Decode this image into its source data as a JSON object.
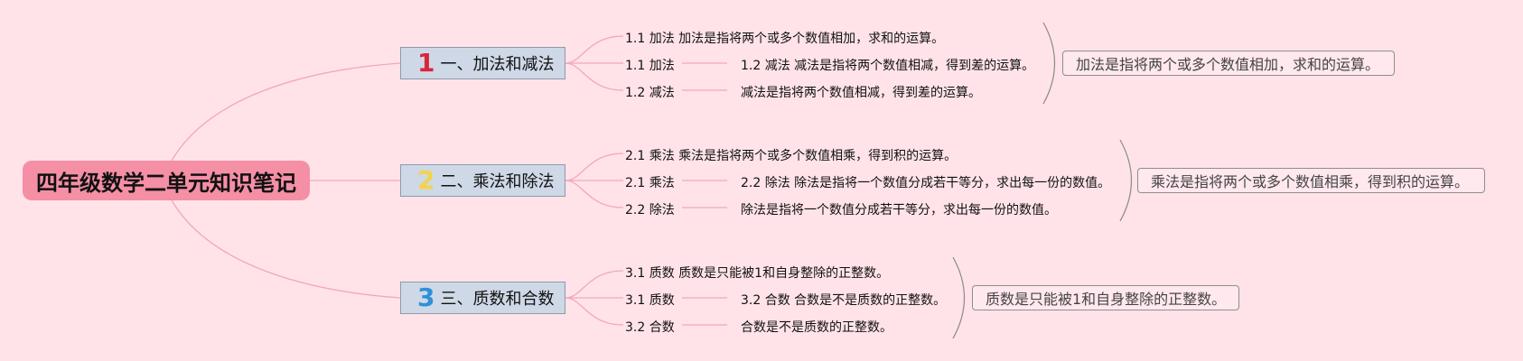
{
  "colors": {
    "background": "#ffe3e9",
    "root_fill": "#f58fa6",
    "branch_fill": "#cfd8e6",
    "connector": "#f2a7b8",
    "num1": "#d9263a",
    "num2": "#f3d34a",
    "num3": "#2f8fd8"
  },
  "root": {
    "label": "四年级数学二单元知识笔记"
  },
  "branches": [
    {
      "number": "1",
      "label": "一、加法和减法",
      "items": [
        {
          "text": "1.1 加法 加法是指将两个或多个数值相加，求和的运算。"
        },
        {
          "text": "1.1 加法",
          "detail": "1.2 减法 减法是指将两个数值相减，得到差的运算。"
        },
        {
          "text": "1.2 减法",
          "detail": "减法是指将两个数值相减，得到差的运算。"
        }
      ],
      "note": "加法是指将两个或多个数值相加，求和的运算。"
    },
    {
      "number": "2",
      "label": "二、乘法和除法",
      "items": [
        {
          "text": "2.1 乘法 乘法是指将两个或多个数值相乘，得到积的运算。"
        },
        {
          "text": "2.1 乘法",
          "detail": "2.2 除法 除法是指将一个数值分成若干等分，求出每一份的数值。"
        },
        {
          "text": "2.2 除法",
          "detail": "除法是指将一个数值分成若干等分，求出每一份的数值。"
        }
      ],
      "note": "乘法是指将两个或多个数值相乘，得到积的运算。"
    },
    {
      "number": "3",
      "label": "三、质数和合数",
      "items": [
        {
          "text": "3.1 质数 质数是只能被1和自身整除的正整数。"
        },
        {
          "text": "3.1 质数",
          "detail": "3.2 合数 合数是不是质数的正整数。"
        },
        {
          "text": "3.2 合数",
          "detail": "合数是不是质数的正整数。"
        }
      ],
      "note": "质数是只能被1和自身整除的正整数。"
    }
  ]
}
